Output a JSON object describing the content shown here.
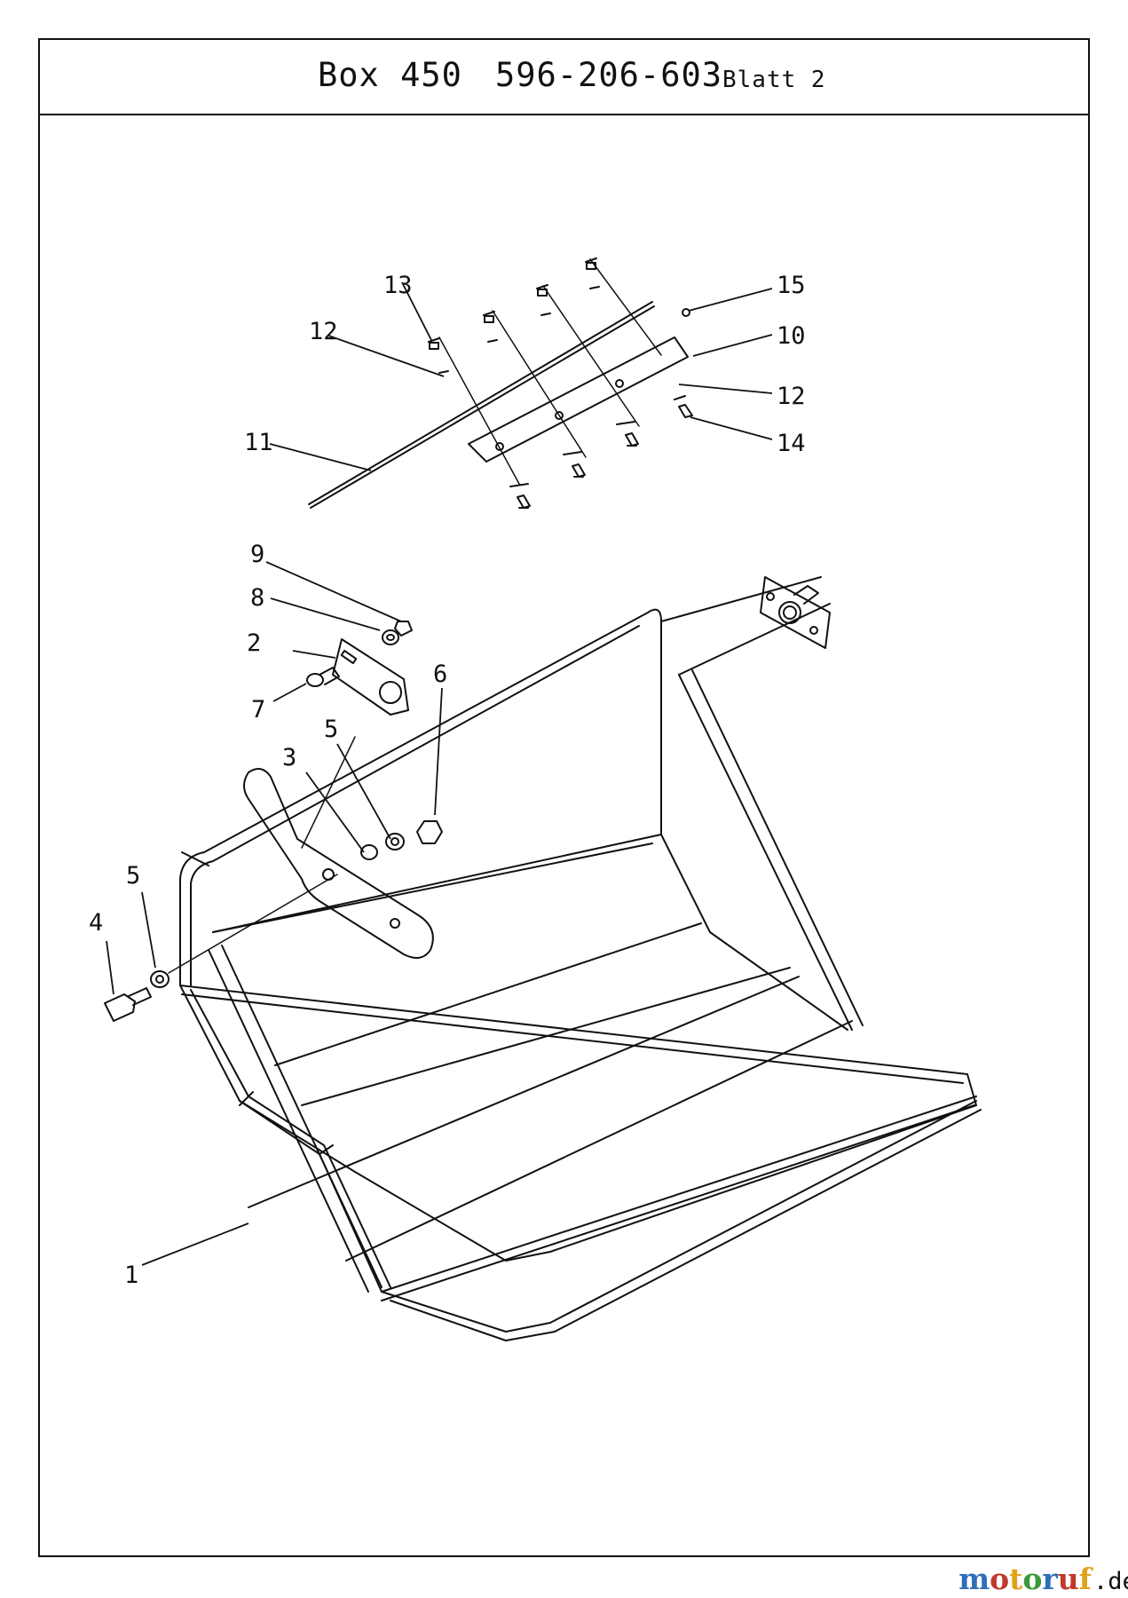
{
  "title": {
    "model": "Box 450",
    "part_number": "596-206-603",
    "sheet": "Blatt 2"
  },
  "callouts": [
    "1",
    "2",
    "3",
    "4",
    "5",
    "5",
    "6",
    "7",
    "8",
    "9",
    "10",
    "11",
    "12",
    "12",
    "13",
    "14",
    "15"
  ],
  "watermark": {
    "brand": "motoruf",
    "tld": ".de",
    "colors": {
      "m": "#2f6fb6",
      "o1": "#c0392b",
      "t": "#e1a21a",
      "o2": "#3a9a3a",
      "r": "#2f6fb6",
      "u": "#c0392b",
      "f": "#e1a21a",
      "tld": "#777777"
    }
  }
}
